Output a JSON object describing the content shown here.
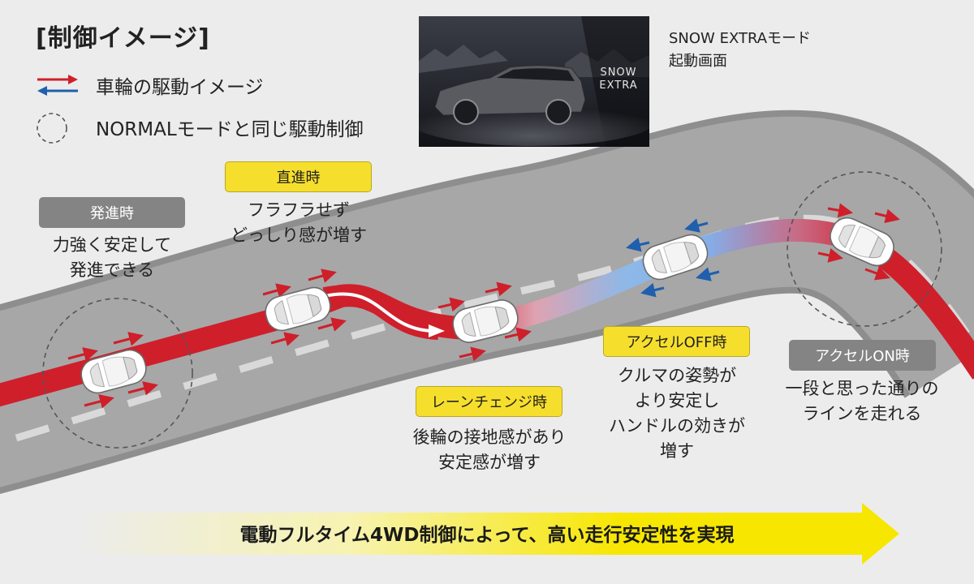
{
  "header": {
    "title": "[制御イメージ]",
    "legend": [
      {
        "label": "車輪の駆動イメージ",
        "icon": "red-blue-arrows-icon"
      },
      {
        "label": "NORMALモードと同じ駆動制御",
        "icon": "dashed-circle-icon"
      }
    ]
  },
  "screenshot": {
    "overlay_lines": [
      "SNOW",
      "EXTRA"
    ],
    "caption_lines": [
      "SNOW EXTRAモード",
      "起動画面"
    ]
  },
  "phases": [
    {
      "label": "発進時",
      "style": "gray",
      "desc": [
        "力強く安定して",
        "発進できる"
      ]
    },
    {
      "label": "直進時",
      "style": "yellow",
      "desc": [
        "フラフラせず",
        "どっしり感が増す"
      ]
    },
    {
      "label": "レーンチェンジ時",
      "style": "yellow",
      "desc": [
        "後輪の接地感があり",
        "安定感が増す"
      ]
    },
    {
      "label": "アクセルOFF時",
      "style": "yellow",
      "desc": [
        "クルマの姿勢が",
        "より安定し",
        "ハンドルの効きが",
        "増す"
      ]
    },
    {
      "label": "アクセルON時",
      "style": "gray",
      "desc": [
        "一段と思った通りの",
        "ラインを走れる"
      ]
    }
  ],
  "footer": {
    "banner_text": "電動フルタイム4WD制御によって、高い走行安定性を実現"
  },
  "colors": {
    "drive_red": "#cf1f2b",
    "drive_blue": "#1f5fae",
    "badge_gray": "#848484",
    "badge_yellow": "#f6df2c",
    "road": "#8e8e8e",
    "banner_yellow": "#f7e600"
  }
}
